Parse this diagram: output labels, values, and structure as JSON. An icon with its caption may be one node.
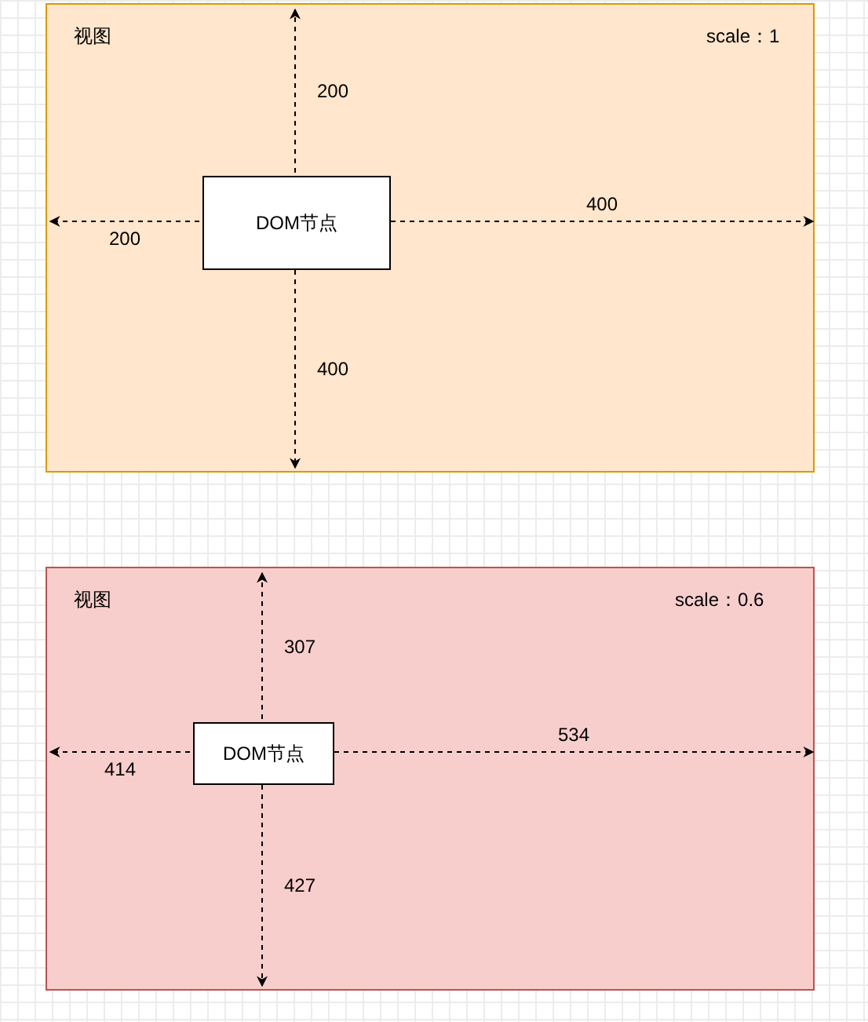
{
  "diagram": {
    "nodes": [
      {
        "text": [
          "视图",
          "scale：1"
        ]
      },
      {
        "text": [
          "DOM节点"
        ],
        "in": 0
      },
      {
        "text": [
          "视图",
          "scale：0.6"
        ]
      },
      {
        "text": [
          "DOM节点"
        ],
        "in": 2
      }
    ],
    "edges": [
      {
        "from": 1,
        "to": 0,
        "arrow": "to",
        "style": "dashed",
        "label": "200"
      },
      {
        "from": 1,
        "to": 0,
        "arrow": "to",
        "style": "dashed",
        "label": "400"
      },
      {
        "from": 1,
        "to": 0,
        "arrow": "to",
        "style": "dashed",
        "label": "200"
      },
      {
        "from": 1,
        "to": 0,
        "arrow": "to",
        "style": "dashed",
        "label": "400"
      },
      {
        "from": 3,
        "to": 2,
        "arrow": "to",
        "style": "dashed",
        "label": "307"
      },
      {
        "from": 3,
        "to": 2,
        "arrow": "to",
        "style": "dashed",
        "label": "534"
      },
      {
        "from": 3,
        "to": 2,
        "arrow": "to",
        "style": "dashed",
        "label": "414"
      },
      {
        "from": 3,
        "to": 2,
        "arrow": "to",
        "style": "dashed",
        "label": "427"
      }
    ]
  }
}
